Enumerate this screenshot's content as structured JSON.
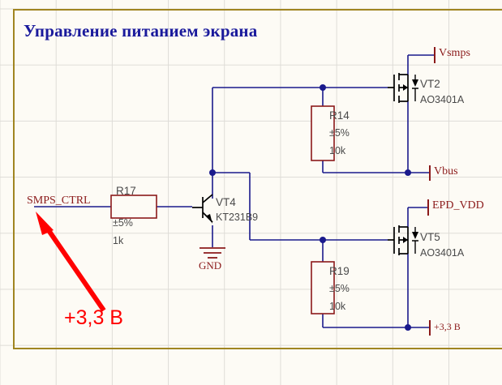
{
  "diagram": {
    "title": "Управление питанием экрана",
    "bg_color": "#FDFBF5",
    "grid_color": "#dedcd7",
    "frame_color": "#a08521",
    "wire_color": "#1a1a8c",
    "symbol_color": "#8b1a1a",
    "text_color": "#4a4a4a",
    "annotation_color": "#ff0000",
    "title_color": "#1a1a9c"
  },
  "net_labels": {
    "input": "SMPS_CTRL",
    "vsmps": "Vsmps",
    "vbus": "Vbus",
    "epd_vdd": "EPD_VDD",
    "v33_port": "+3,3 В",
    "gnd": "GND"
  },
  "components": {
    "r17": {
      "ref": "R17",
      "tolerance": "±5%",
      "value": "1k"
    },
    "r14": {
      "ref": "R14",
      "tolerance": "±5%",
      "value": "10k"
    },
    "r19": {
      "ref": "R19",
      "tolerance": "±5%",
      "value": "10k"
    },
    "vt4": {
      "ref": "VT4",
      "part": "KT231B9"
    },
    "vt2": {
      "ref": "VT2",
      "part": "AO3401A"
    },
    "vt5": {
      "ref": "VT5",
      "part": "AO3401A"
    }
  },
  "annotation": {
    "text": "+3,3 В"
  }
}
